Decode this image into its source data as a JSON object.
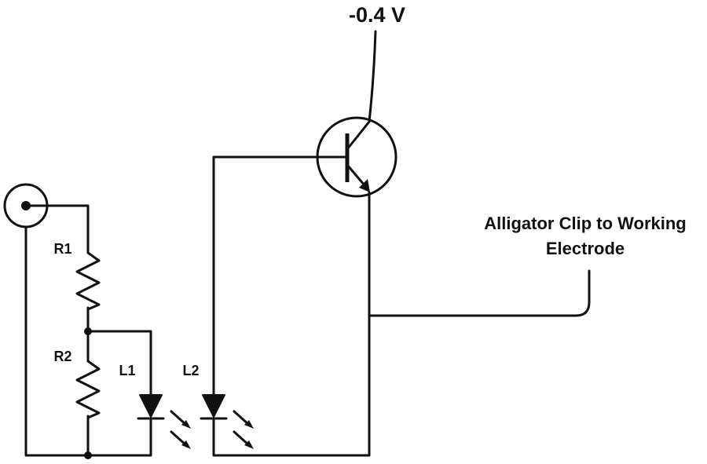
{
  "labels": {
    "voltage": "-0.4 V",
    "r1": "R1",
    "r2": "R2",
    "l1": "L1",
    "l2": "L2",
    "clip_line1": "Alligator Clip to Working",
    "clip_line2": "Electrode"
  },
  "colors": {
    "line": "#111111",
    "background": "#ffffff"
  }
}
